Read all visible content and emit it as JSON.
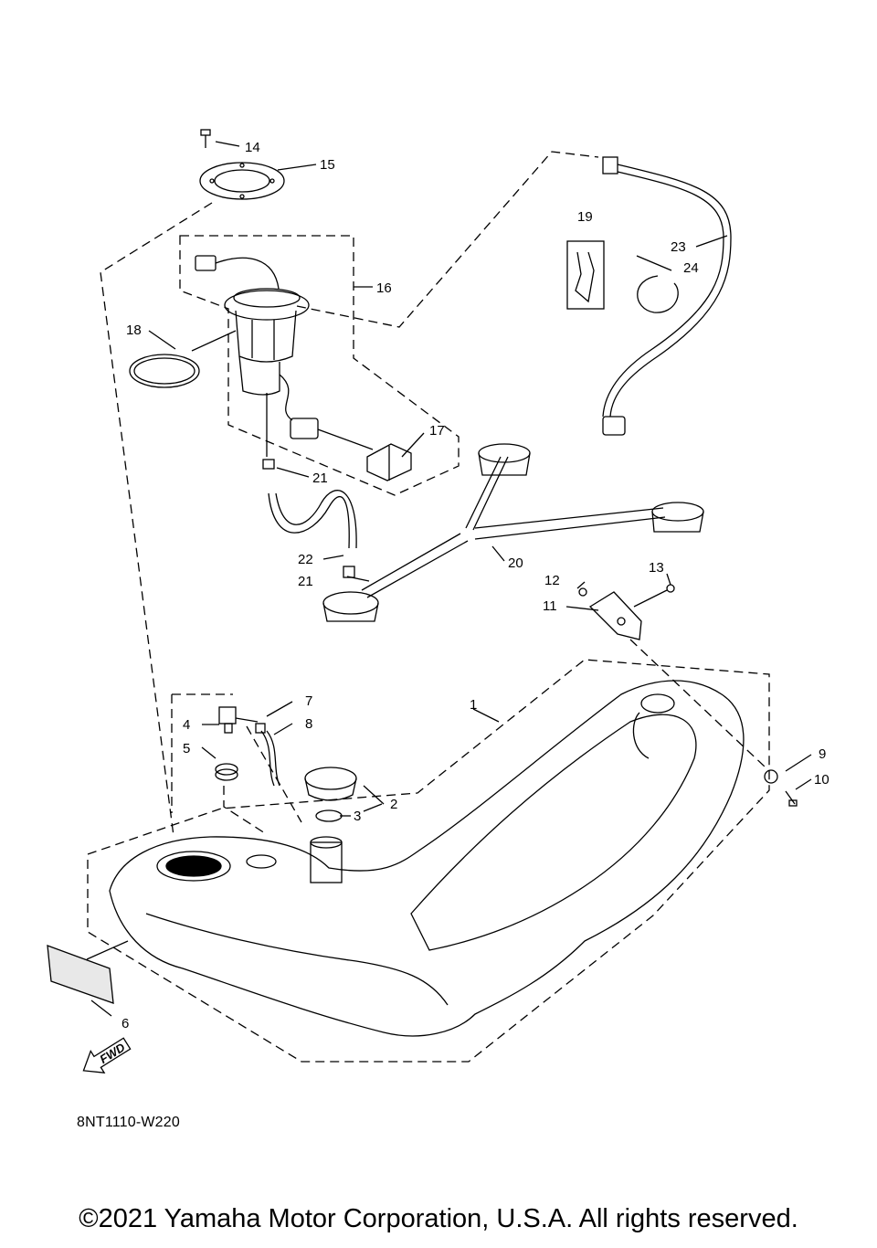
{
  "diagram": {
    "code": "8NT1110-W220",
    "copyright": "©2021 Yamaha Motor Corporation, U.S.A. All rights reserved.",
    "direction_badge": "FWD",
    "callouts": {
      "c1": "1",
      "c2": "2",
      "c3": "3",
      "c4": "4",
      "c5": "5",
      "c6": "6",
      "c7": "7",
      "c8": "8",
      "c9": "9",
      "c10": "10",
      "c11": "11",
      "c12": "12",
      "c13": "13",
      "c14": "14",
      "c15": "15",
      "c16": "16",
      "c17": "17",
      "c18": "18",
      "c19": "19",
      "c20": "20",
      "c21a": "21",
      "c21b": "21",
      "c22": "22",
      "c23": "23",
      "c24": "24"
    }
  }
}
